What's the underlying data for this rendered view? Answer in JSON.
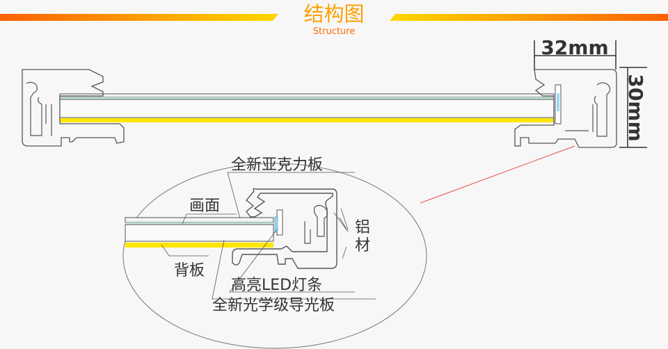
{
  "header": {
    "title": "结构图",
    "subtitle": "Structure"
  },
  "dimensions": {
    "width": "32mm",
    "height": "30mm"
  },
  "labels": {
    "acrylic": "全新亚克力板",
    "picture": "画面",
    "backboard": "背板",
    "aluminum_1": "铝",
    "aluminum_2": "材",
    "led": "高亮LED灯条",
    "light_guide": "全新光学级导光板"
  },
  "colors": {
    "accent_start": "#ff6000",
    "accent_end": "#ffd800",
    "backboard": "#ffe600",
    "led": "#9fd8f5",
    "pointer": "#e84a4a"
  }
}
